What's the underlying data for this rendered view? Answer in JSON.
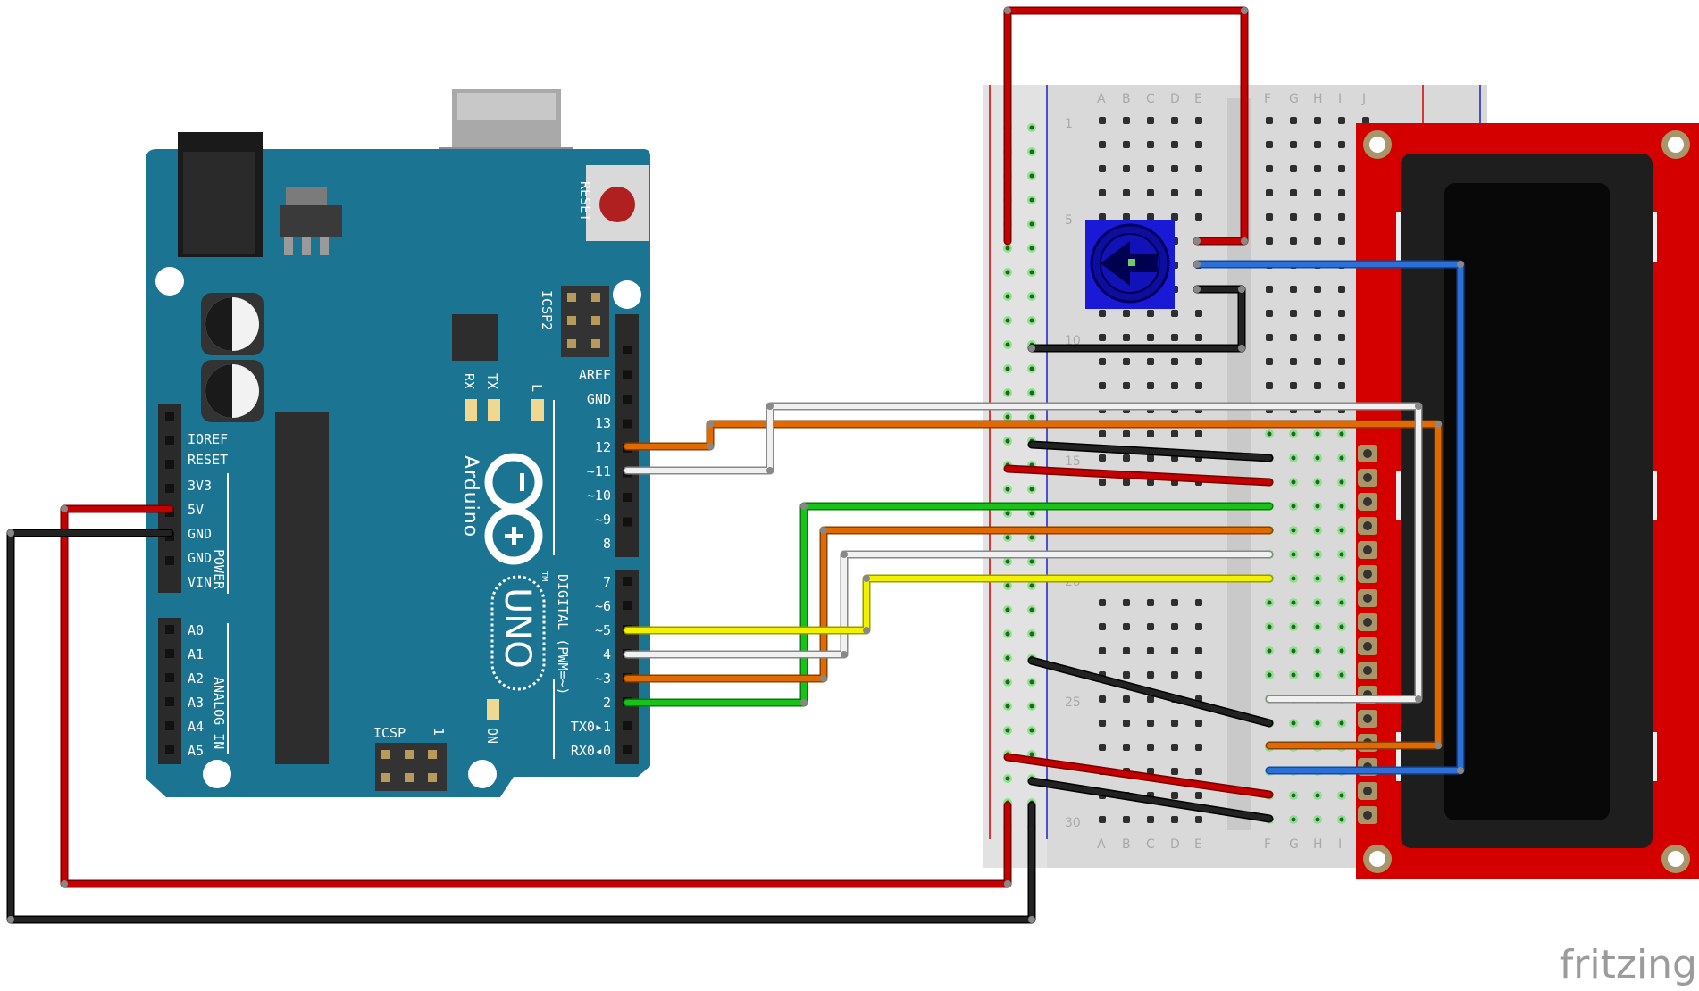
{
  "watermark": "fritzing",
  "arduino": {
    "reset_label": "RESET",
    "icsp2_label": "ICSP2",
    "icsp_label": "ICSP",
    "icsp_pin1_label": "1",
    "rx_label": "RX",
    "tx_label": "TX",
    "l_label": "L",
    "on_label": "ON",
    "brand": "Arduino",
    "tm": "TM",
    "model": "UNO",
    "digital_label": "DIGITAL (PWM=~)",
    "power_label": "POWER",
    "analog_label": "ANALOG IN",
    "top_header_pins": [
      "AREF",
      "GND",
      "13",
      "12",
      "~11",
      "~10",
      "~9",
      "8"
    ],
    "bottom_header_pins": [
      "7",
      "~6",
      "~5",
      "4",
      "~3",
      "2",
      "TX0▸1",
      "RX0◂0"
    ],
    "power_pins": [
      "IOREF",
      "RESET",
      "3V3",
      "5V",
      "GND",
      "GND",
      "VIN"
    ],
    "analog_pins": [
      "A0",
      "A1",
      "A2",
      "A3",
      "A4",
      "A5"
    ]
  },
  "breadboard": {
    "column_letters_left": [
      "A",
      "B",
      "C",
      "D",
      "E"
    ],
    "column_letters_right": [
      "F",
      "G",
      "H",
      "I",
      "J"
    ],
    "bottom_letters_left": [
      "A",
      "B",
      "C",
      "D",
      "E"
    ],
    "bottom_letters_right": [
      "F",
      "G",
      "H",
      "I"
    ],
    "row_numbers": [
      "1",
      "5",
      "10",
      "15",
      "20",
      "25",
      "30"
    ]
  },
  "colors": {
    "arduino_board": "#1b7592",
    "lcd_board": "#d40000",
    "wire_red": "#c40000",
    "wire_black": "#222222",
    "wire_orange": "#e06a00",
    "wire_white": "#e8e8e8",
    "wire_green": "#19c219",
    "wire_yellow": "#f2f200",
    "wire_blue": "#2c6fd6",
    "pot": "#1a1ad6"
  }
}
